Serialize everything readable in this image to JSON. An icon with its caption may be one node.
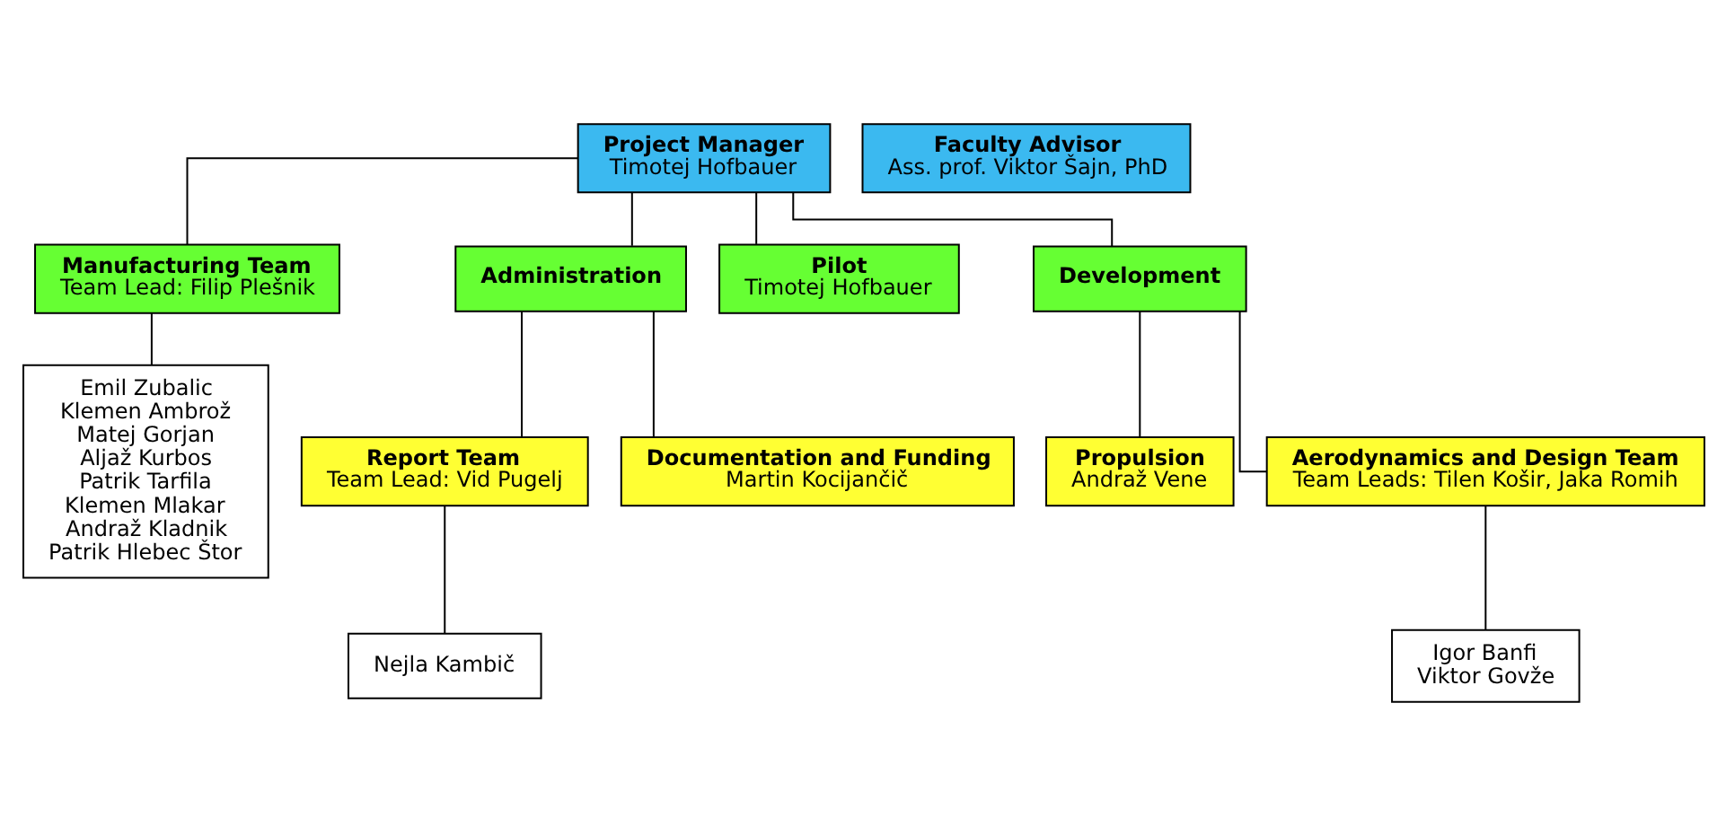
{
  "diagram": {
    "nodes": [
      {
        "text": [
          "Project Manager",
          "Timotej Hofbauer"
        ]
      },
      {
        "text": [
          "Faculty Advisor",
          "Ass. prof. Viktor Šajn, PhD"
        ]
      },
      {
        "text": [
          "Manufacturing Team",
          "Team Lead: Filip Plešnik"
        ]
      },
      {
        "text": [
          "Administration"
        ]
      },
      {
        "text": [
          "Pilot",
          "Timotej Hofbauer"
        ]
      },
      {
        "text": [
          "Development"
        ]
      },
      {
        "text": [
          "Emil Zubalic",
          "Klemen Ambrož",
          "Matej Gorjan",
          "Aljaž Kurbos",
          "Patrik Tarfila",
          "Klemen Mlakar",
          "Andraž Kladnik",
          "Patrik Hlebec Štor"
        ]
      },
      {
        "text": [
          "Report Team",
          "Team Lead: Vid Pugelj"
        ]
      },
      {
        "text": [
          "Documentation and Funding",
          "Martin Kocijančič"
        ]
      },
      {
        "text": [
          "Nejla Kambič"
        ]
      },
      {
        "text": [
          "Propulsion",
          "Andraž Vene"
        ]
      },
      {
        "text": [
          "Aerodynamics and Design Team",
          "Team Leads: Tilen Košir, Jaka Romih"
        ]
      },
      {
        "text": [
          "Igor Banfi",
          "Viktor Govže"
        ]
      }
    ],
    "edges": [
      {
        "from": 0,
        "to": 2,
        "arrow": "none"
      },
      {
        "from": 0,
        "to": 3,
        "arrow": "none"
      },
      {
        "from": 0,
        "to": 4,
        "arrow": "none"
      },
      {
        "from": 0,
        "to": 5,
        "arrow": "none"
      },
      {
        "from": 2,
        "to": 6,
        "arrow": "none"
      },
      {
        "from": 3,
        "to": 7,
        "arrow": "none"
      },
      {
        "from": 3,
        "to": 8,
        "arrow": "none"
      },
      {
        "from": 7,
        "to": 9,
        "arrow": "none"
      },
      {
        "from": 5,
        "to": 10,
        "arrow": "none"
      },
      {
        "from": 5,
        "to": 11,
        "arrow": "none"
      },
      {
        "from": 11,
        "to": 12,
        "arrow": "none"
      }
    ]
  }
}
